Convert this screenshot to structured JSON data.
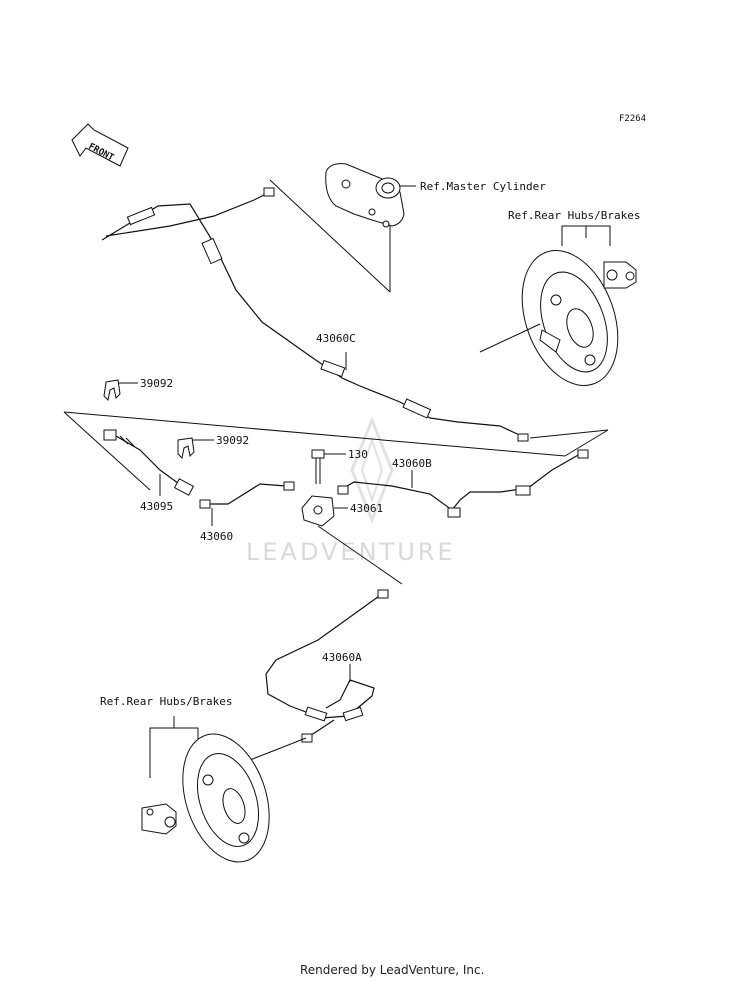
{
  "figure_code": "F2264",
  "front_arrow_text": "FRONT",
  "watermark": "LEADVENTURE",
  "footer": "Rendered by LeadVenture, Inc.",
  "labels": {
    "master_cylinder": "Ref.Master Cylinder",
    "rear_hubs_top": "Ref.Rear Hubs/Brakes",
    "rear_hubs_bottom": "Ref.Rear Hubs/Brakes",
    "pipe_c": "43060C",
    "clip_1": "39092",
    "clip_2": "39092",
    "bolt": "130",
    "pipe_b": "43060B",
    "hose": "43095",
    "pipe": "43060",
    "joint": "43061",
    "pipe_a": "43060A"
  }
}
